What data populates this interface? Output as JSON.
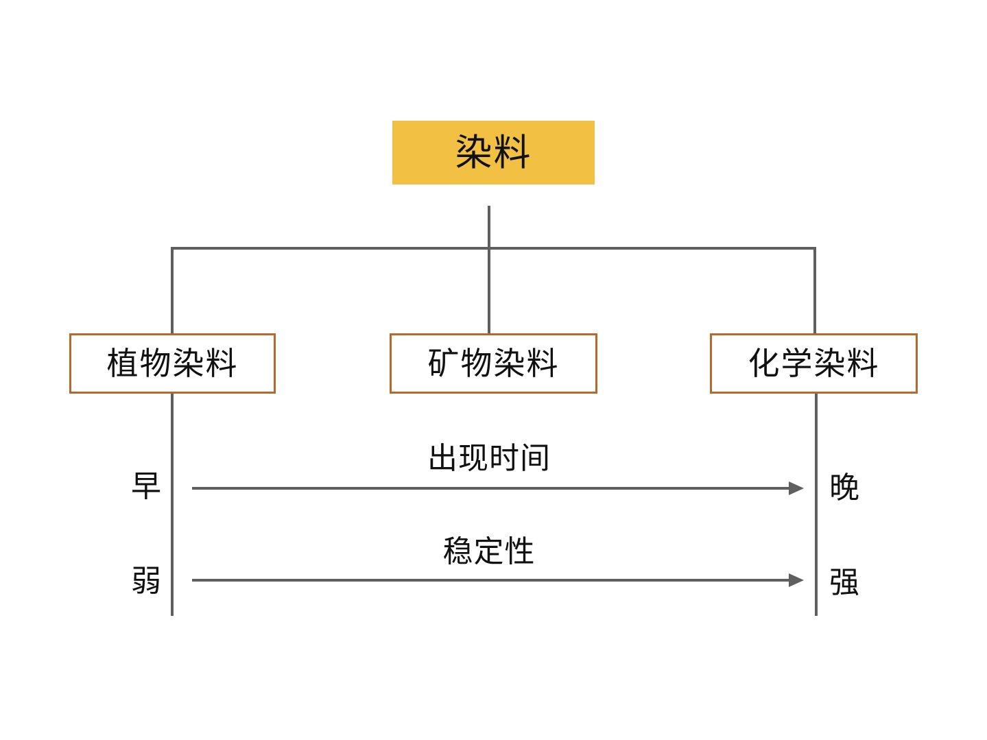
{
  "root": {
    "label": "染料",
    "fill_color": "#f2c144"
  },
  "children": [
    {
      "label": "植物染料"
    },
    {
      "label": "矿物染料"
    },
    {
      "label": "化学染料"
    }
  ],
  "box_border_color": "#b9682c",
  "line_color": "#5f5f5f",
  "arrows": [
    {
      "title": "出现时间",
      "left_label": "早",
      "right_label": "晚"
    },
    {
      "title": "稳定性",
      "left_label": "弱",
      "right_label": "强"
    }
  ]
}
